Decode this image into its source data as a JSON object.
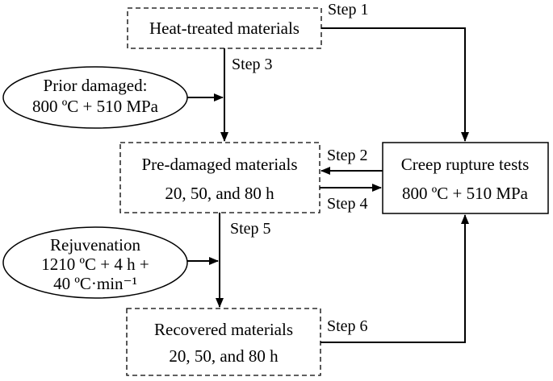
{
  "nodes": {
    "heat_treated": {
      "line1": "Heat-treated materials"
    },
    "prior_damaged": {
      "line1": "Prior damaged:",
      "line2": "800 ºC + 510 MPa"
    },
    "pre_damaged": {
      "line1": "Pre-damaged materials",
      "line2": "20, 50, and 80 h"
    },
    "creep_tests": {
      "line1": "Creep rupture tests",
      "line2": "800 ºC + 510 MPa"
    },
    "rejuvenation": {
      "line1": "Rejuvenation",
      "line2": "1210 ºC + 4 h +",
      "line3": "40 ºC·min⁻¹"
    },
    "recovered": {
      "line1": "Recovered materials",
      "line2": "20, 50, and 80 h"
    }
  },
  "steps": {
    "step1": "Step 1",
    "step2": "Step 2",
    "step3": "Step 3",
    "step4": "Step 4",
    "step5": "Step 5",
    "step6": "Step 6"
  }
}
